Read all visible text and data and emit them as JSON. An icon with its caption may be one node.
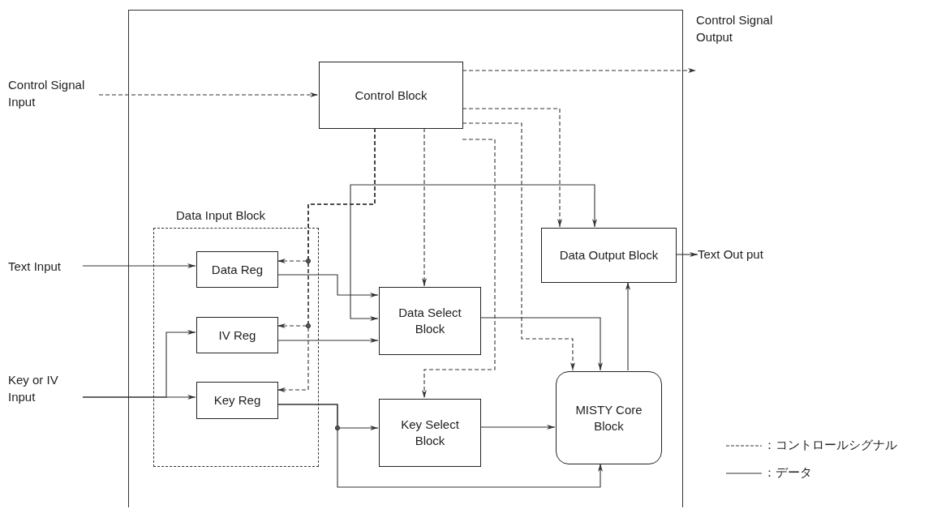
{
  "diagram": {
    "nodes": [
      {
        "text": [],
        "shape": "box"
      },
      {
        "text": [
          "Control Signal Input"
        ]
      },
      {
        "text": [
          "Control Block"
        ],
        "in": 0
      },
      {
        "text": [
          "Control Signal Output"
        ]
      },
      {
        "text": [
          "Data Input Block"
        ],
        "in": 0
      },
      {
        "text": [
          "Data Reg"
        ],
        "in": 4
      },
      {
        "text": [
          "IV Reg"
        ],
        "in": 4
      },
      {
        "text": [
          "Key Reg"
        ],
        "in": 4
      },
      {
        "text": [
          "Data Select Block"
        ],
        "in": 0
      },
      {
        "text": [
          "Key Select Block"
        ],
        "in": 0
      },
      {
        "text": [
          "Data Output Block"
        ],
        "in": 0
      },
      {
        "text": [
          "MISTY Core Block"
        ],
        "in": 0
      },
      {
        "text": [
          "Text Input"
        ]
      },
      {
        "text": [
          "Key or IV Input"
        ]
      },
      {
        "text": [
          "Text Out put"
        ]
      }
    ],
    "edges": [
      {
        "from": 1,
        "to": 2,
        "arrow": "to",
        "style": "dashed"
      },
      {
        "from": 2,
        "to": 3,
        "arrow": "to",
        "style": "dashed"
      },
      {
        "from": 2,
        "to": 10,
        "arrow": "to",
        "style": "dashed"
      },
      {
        "from": 2,
        "to": 11,
        "arrow": "to",
        "style": "dashed"
      },
      {
        "from": 2,
        "to": 9,
        "arrow": "to",
        "style": "dashed"
      },
      {
        "from": 2,
        "to": 8,
        "arrow": "to",
        "style": "dashed"
      },
      {
        "from": 2,
        "to": 5,
        "arrow": "to",
        "style": "dashed"
      },
      {
        "from": 2,
        "to": 6,
        "arrow": "to",
        "style": "dashed"
      },
      {
        "from": 2,
        "to": 7,
        "arrow": "to",
        "style": "dashed"
      },
      {
        "from": 12,
        "to": 5,
        "arrow": "to"
      },
      {
        "from": 13,
        "to": 7,
        "arrow": "to"
      },
      {
        "from": 13,
        "to": 6,
        "arrow": "to"
      },
      {
        "from": 5,
        "to": 8,
        "arrow": "to"
      },
      {
        "from": 8,
        "to": 10,
        "arrow": "both"
      },
      {
        "from": 6,
        "to": 8,
        "arrow": "to"
      },
      {
        "from": 8,
        "to": 11,
        "arrow": "to"
      },
      {
        "from": 7,
        "to": 9,
        "arrow": "to"
      },
      {
        "from": 7,
        "to": 11,
        "arrow": "to"
      },
      {
        "from": 9,
        "to": 11,
        "arrow": "to"
      },
      {
        "from": 11,
        "to": 10,
        "arrow": "to"
      },
      {
        "from": 10,
        "to": 14,
        "arrow": "to"
      }
    ],
    "legend": [
      {
        "text": "：コントロールシグナル"
      },
      {
        "text": "：データ"
      }
    ]
  }
}
